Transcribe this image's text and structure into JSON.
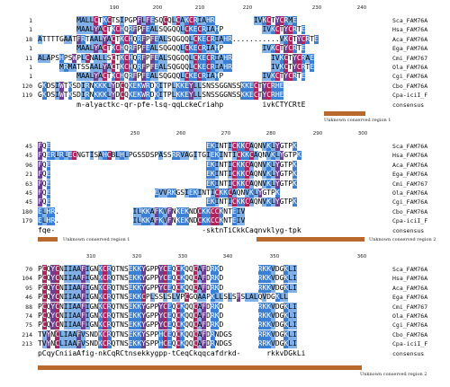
{
  "blocks": [
    {
      "ticks": [
        "190",
        "200",
        "210",
        "220",
        "230",
        "240"
      ],
      "rows": [
        {
          "num": "1",
          "seq": "         MALLCTKCTSIPGPFLFESQCQLCAKCRIAHR         IVKCTYCRME",
          "name": "Sca_FAM76A"
        },
        {
          "num": "1",
          "seq": "         MAALYACTKCHQRFPFEALSQGQQLCKECRIAHP         IVKCTYCRTE",
          "name": "Hsa_FAM76A"
        },
        {
          "num": "18",
          "seq": "ATTTTGAATFRTAALYACTKCHQRFPFEALSQGQQLCKECRIAHR...........VKCTYCRTE",
          "name": "Aca_FAM76A"
        },
        {
          "num": "1",
          "seq": "         MAALYACTKCHQRFPFEALSQGQQLCKECRIAHP         IVKCTYCRTE",
          "name": "Ega_FAM76A"
        },
        {
          "num": "11",
          "seq": "ALAPSHPSWPLCNALLSCTKCHQRFPFEALSQGQQLCKECRIAHR         IVKCTYCRAE",
          "name": "Cmi_FAM767"
        },
        {
          "num": "1",
          "seq": "     MRMATSSAALYACTKCHQRFPFEALSQGQQLCKECRIAHR         IVKCTYCRTE",
          "name": "Ola_FAM76A"
        },
        {
          "num": "1",
          "seq": "         MAALYACTKCHQRFPFEALSQGQQLCKECRIAHP         IVKCTYCRTE",
          "name": "Cgi_FAM76A"
        },
        {
          "num": "120",
          "seq": "GKDSIWTKSDIRNKKKLYDCQKEKWRDKITPLKKEYLLSNSSGGNSSKKECTYCRHE",
          "name": "Cbo_FAM76A"
        },
        {
          "num": "119",
          "seq": "GKDSIWTKSDIRNKKKLYDCQKEKWRDKITPLKKEYLLSNSSGGNSSKKECTYCRHE",
          "name": "Cpa-iciI_F"
        },
        {
          "num": "",
          "seq": "         m-alyactkc-qr-pfe-lsq-qqLckeCriahp         ivkCTYCRtE",
          "name": "consensus"
        }
      ],
      "region_labels": [
        "Unknown conserved region 1"
      ]
    },
    {
      "ticks": [
        "250",
        "260",
        "270",
        "280",
        "290",
        "300"
      ],
      "rows": [
        {
          "num": "45",
          "seq": "FQE                                    EKINTICKKCAQNVKLYGTPK",
          "name": "Sca_FAM76A"
        },
        {
          "num": "45",
          "seq": "FQERLRLECNGTISAHCBLHLPGSSDSPASSRRVAGITGIEKINTICKKCAQNVKLYGTPK",
          "name": "Hsa_FAM76A"
        },
        {
          "num": "96",
          "seq": "FQE                                    EKINTICKKCAQNVKLYGTPK",
          "name": "Aca_FAM76A"
        },
        {
          "num": "21",
          "seq": "FQE                                    EKINTICKKCAQNVKLYGTPK",
          "name": "Ega_FAM76A"
        },
        {
          "num": "63",
          "seq": "FQE                                    EKINTICKKCAQNVKLYGTPK",
          "name": "Cmi_FAM767"
        },
        {
          "num": "45",
          "seq": "FQE                        EVVRKGSIEKINTICKKCAQNVKLYGTPK",
          "name": "Ola_FAM76A"
        },
        {
          "num": "45",
          "seq": "FQE                                    EKINTICKKCAQNVKLYGTPK",
          "name": "Cgi_FAM76A"
        },
        {
          "num": "180",
          "seq": "ELHR.                 ILKKAFKVFNKEKNDCKKCCKNTEIV",
          "name": "Cbo_FAM76A"
        },
        {
          "num": "179",
          "seq": "ELHR.                 ILKKAFKVFNKEKNDCKKCCKNTEIV",
          "name": "Cpa-iciI_F"
        },
        {
          "num": "",
          "seq": "fqe-                                  -sktnTiCkkCaqnvklyg-tpk",
          "name": "consensus"
        }
      ],
      "region_labels": [
        "Unknown conserved region 1",
        "Unknown conserved region 2"
      ]
    },
    {
      "ticks": [
        "310",
        "320",
        "330",
        "340",
        "350",
        "360"
      ],
      "rows": [
        {
          "num": "70",
          "seq": "PCQYCNIIAAFIGNKCRQTNSEKKYGPPYCEQCKQQCAFDRKD        RKKVDGKLI",
          "name": "Sca_FAM76A"
        },
        {
          "num": "104",
          "seq": "PCQYCNIIAAFIGNKCRQTNSEKKYGPPYCEQCKQQCAFDRKD        RKKVDGKLI",
          "name": "Hsa_FAM76A"
        },
        {
          "num": "95",
          "seq": "PCQYCNIIAAFIGNKCRQTNSEKKYGPPYCEQCKQQCAFDRKD        RKKVDGKLI",
          "name": "Aca_FAM76A"
        },
        {
          "num": "46",
          "seq": "PCQYCNIIAAFIGNKCRQTNSEKKCPLSSLSLVPCGQAAPKLLSLSFSLALQVDGKLL",
          "name": "Ega_FAM76A"
        },
        {
          "num": "88",
          "seq": "PCQYCNIIAAFIGNKCRQTNSEKKYGPPYCEQCKQQCAFDRKD        RKKVDGKLI",
          "name": "Cmi_FAM767"
        },
        {
          "num": "74",
          "seq": "PCQYCNIIAAFIGNKCRQTNSEKKYGPPYCEQCKQQCAFDRKD        RKKVDGKLI",
          "name": "Ola_FAM76A"
        },
        {
          "num": "75",
          "seq": "PCQYCNIIAAFIGNKCRQTNSEKKYGPPYCEQCKQQCAFDRKD        RKKVDGKLI",
          "name": "Cgi_FAM76A"
        },
        {
          "num": "214",
          "seq": "TVYNCLIAAFVSNDKCRQTNSEKKYSPPHCEQCKQQCAFDRNDGS      RRKVDGKLI",
          "name": "Cbo_FAM76A"
        },
        {
          "num": "213",
          "seq": "TVYNCLIAAFVSNDKCRQTNSEKKYSPPHCEQCKQQCAFDRNDGS      RRKVDGKLI",
          "name": "Cpa-iciI_F"
        },
        {
          "num": "",
          "seq": "pCqyCniiaAfig-nkCqRCtnsekkygpp-tCeqCkqqcafdrkd-      rkkvDGkLi",
          "name": "consensus"
        }
      ],
      "region_labels": [
        "Unknown conserved region 2"
      ]
    }
  ],
  "colors": {
    "identical": "#3b7fd4",
    "similar": "#b0245e",
    "cysteine": "#6d3f8f",
    "region_bar": "#b8692b"
  }
}
